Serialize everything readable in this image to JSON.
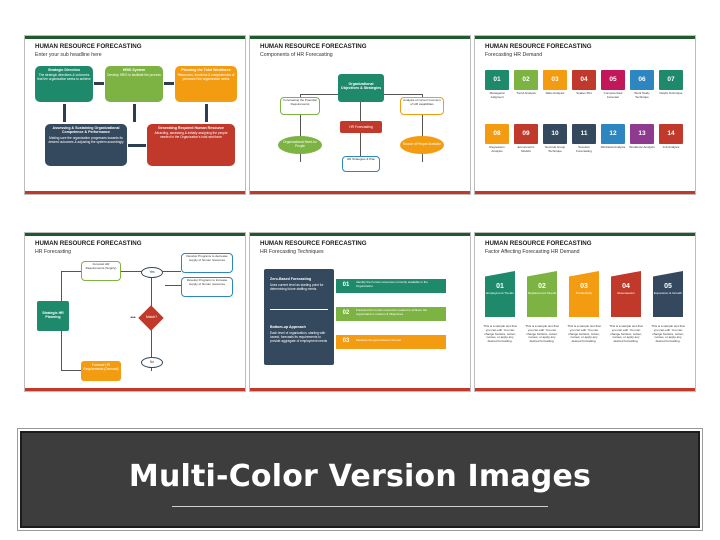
{
  "banner": {
    "title": "Multi-Color Version Images"
  },
  "common_title": "HUMAN RESOURCE FORECASTING",
  "slide1": {
    "subtitle": "Enter your sub headline here",
    "boxes": [
      {
        "title": "Strategic Direction",
        "text": "The strategic directions & outcomes that the organization seeks to achieve"
      },
      {
        "title": "HRIS System",
        "text": "Develop HRIS to facilitate the process"
      },
      {
        "title": "Planning the Total Workforce",
        "text": "Resources, functions & competencies of personnel the organization seeks"
      },
      {
        "title": "Assessing & Sustaining Organizational Competence & Performance",
        "text": "Making sure the organization progresses towards its desired outcomes & adjusting the system accordingly"
      },
      {
        "title": "Generating Required Human Resource",
        "text": "Attracting, assessing & initially assigning the people needed in the Organization's total workforce"
      }
    ]
  },
  "slide2": {
    "subtitle": "Components of HR Forecasting",
    "top": "Organizational Objectives & Strategies",
    "left_top": "Forecasting the Potential Requirements",
    "right_top": "Analysis of current inventory of HR capabilities",
    "center": "HR Forecasting",
    "left_bottom": "Organizational Need for People",
    "right_bottom": "Source of People Available",
    "bottom": "HR Strategies & Plan"
  },
  "slide3": {
    "subtitle": "Forecasting HR Demand",
    "row1": [
      {
        "num": "01",
        "label": "Managerial Judgment"
      },
      {
        "num": "02",
        "label": "Trend Analysis"
      },
      {
        "num": "03",
        "label": "Ratio Analysis"
      },
      {
        "num": "04",
        "label": "Scatter Plot"
      },
      {
        "num": "05",
        "label": "Computerized Forecast"
      },
      {
        "num": "06",
        "label": "Work Study Technique"
      },
      {
        "num": "07",
        "label": "Delphi Technique"
      }
    ],
    "row2": [
      {
        "num": "08",
        "label": "Regression Analysis"
      },
      {
        "num": "09",
        "label": "Econometric Models"
      },
      {
        "num": "10",
        "label": "Nominal Group Technique"
      },
      {
        "num": "11",
        "label": "Scenario Forecasting"
      },
      {
        "num": "12",
        "label": "Workload Analysis"
      },
      {
        "num": "13",
        "label": "Workforce Analysis"
      },
      {
        "num": "14",
        "label": "Job Analysis"
      }
    ]
  },
  "slide4": {
    "subtitle": "HR Forecasting",
    "left": "Strategic HR Planning",
    "top_supply": "Forecast HR Requirements (Supply)",
    "bottom_demand": "Forecast HR Requirements (Demand)",
    "yes": "Yes",
    "no": "No",
    "match": "Match?",
    "right_top": "Develop Programs to decrease supply of human resources",
    "right_bottom": "Develop Programs to increase supply of human resources"
  },
  "slide5": {
    "subtitle": "HR Forecasting Techniques",
    "zero_title": "Zero-Based Forecasting",
    "zero_text": "Uses current level as starting point for determining future staffing needs",
    "bottom_title": "Bottom-up Approach",
    "bottom_text": "Each level of organization, starting with lowest, forecasts its requirements to provide aggregate of employment needs",
    "items": [
      {
        "num": "01",
        "text": "Identify the human resources currently available in the Organization"
      },
      {
        "num": "02",
        "text": "Forecast the human resources needed to achieve the organization's mission & Objectives"
      },
      {
        "num": "03",
        "text": "Measure the gap between the two"
      }
    ]
  },
  "slide6": {
    "subtitle": "Factor Affecting Forecasting HR Demand",
    "flags": [
      {
        "num": "01",
        "label": "Employment Trends"
      },
      {
        "num": "02",
        "label": "Replacement Needs"
      },
      {
        "num": "03",
        "label": "Productivity"
      },
      {
        "num": "04",
        "label": "Absenteeism"
      },
      {
        "num": "05",
        "label": "Expansion & Growth"
      }
    ],
    "text": "This is a sample text that you can edit. You can change fontsize, colour, names, or apply any desired formatting."
  },
  "colors": {
    "teal": "#1f8a6b",
    "green": "#7cb342",
    "orange": "#f39c12",
    "navy": "#34495e",
    "red": "#c0392b",
    "blue": "#2e86c1",
    "purple": "#8e3a8e",
    "pink": "#c2185b"
  }
}
